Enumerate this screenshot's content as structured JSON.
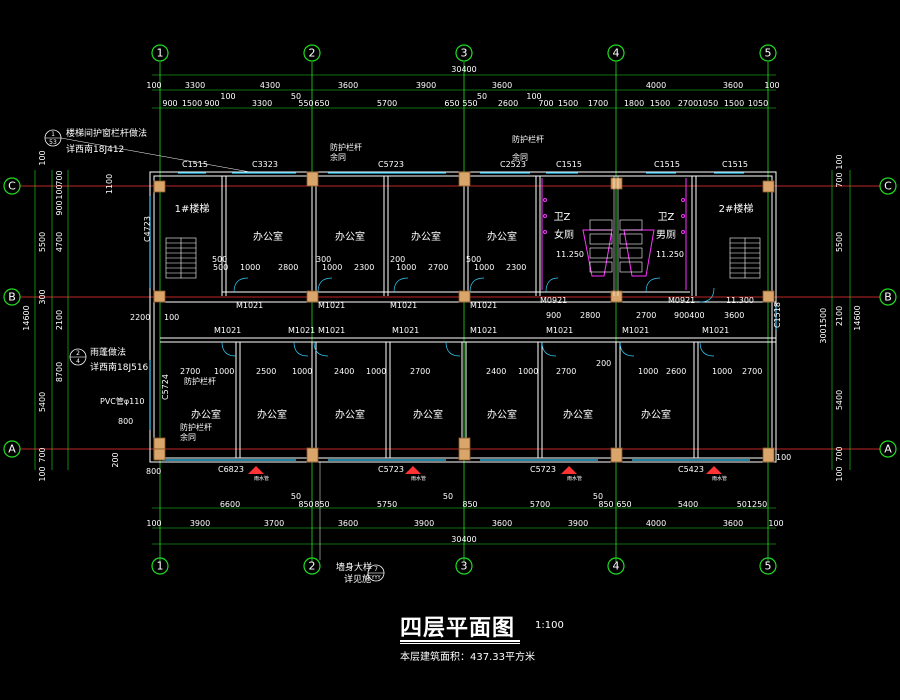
{
  "title": "四层平面图",
  "scale": "1:100",
  "area_note": "本层建筑面积：437.33平方米",
  "axes_h": [
    "1",
    "2",
    "3",
    "4",
    "5"
  ],
  "axes_v": [
    "C",
    "B",
    "A"
  ],
  "top_total": "30400",
  "bottom_total": "30400",
  "left_total": "14600",
  "right_total": "14600",
  "top_row1": [
    "100",
    "3300",
    "4300",
    "3600",
    "3900",
    "3600",
    "4000",
    "3600",
    "100"
  ],
  "top_row2": [
    "900",
    "1500",
    "900",
    "100",
    "3300",
    "50",
    "550",
    "650",
    "5700",
    "650",
    "550",
    "50",
    "2600",
    "100",
    "700",
    "1500",
    "1700",
    "1800",
    "1500",
    "2700",
    "1050",
    "1500",
    "1050"
  ],
  "bottom_row1": [
    "6600",
    "50",
    "850",
    "850",
    "5750",
    "50",
    "850",
    "5700",
    "50",
    "850",
    "650",
    "5400",
    "501250"
  ],
  "bottom_row2": [
    "100",
    "3900",
    "3700",
    "3600",
    "3900",
    "3600",
    "3900",
    "4000",
    "3600",
    "100"
  ],
  "left_dims_outer": [
    "100",
    "5500",
    "300",
    "14600",
    "8700",
    "5400",
    "700",
    "100"
  ],
  "left_dims_inner": [
    "700",
    "100",
    "900",
    "1100",
    "4700",
    "2100",
    "200"
  ],
  "right_dims": [
    "100",
    "700",
    "5500",
    "2100",
    "1500",
    "300",
    "5400",
    "700",
    "100"
  ],
  "rooms_top": [
    "办公室",
    "办公室",
    "办公室",
    "办公室"
  ],
  "rooms_bottom": [
    "办公室",
    "办公室",
    "办公室",
    "办公室",
    "办公室",
    "办公室",
    "办公室"
  ],
  "stair_1": "1#楼梯",
  "stair_2": "2#楼梯",
  "wc_female": [
    "卫Z",
    "女厕"
  ],
  "wc_male": [
    "卫Z",
    "男厕"
  ],
  "wc_level_female": "11.250",
  "wc_level_male": "11.250",
  "stair_level": "11.300",
  "windows_top": [
    "C1515",
    "C3323",
    "C5723",
    "C2523",
    "C1515",
    "C1515",
    "C1515"
  ],
  "windows_bottom": [
    "C6823",
    "C5723",
    "C5723",
    "C5423"
  ],
  "doors_upper": [
    "M1021",
    "M1021",
    "M1021",
    "M1021",
    "M0921",
    "M0921"
  ],
  "doors_lower": [
    "M1021",
    "M1021",
    "M1021",
    "M1021",
    "M1021",
    "M1021",
    "M1021",
    "M1021"
  ],
  "door_dims_upper": [
    "500",
    "1000",
    "2800",
    "300",
    "1000",
    "2300",
    "200",
    "1000",
    "2700",
    "500",
    "1000",
    "2300"
  ],
  "door_dims_mid": [
    "2200",
    "100",
    "900",
    "2800",
    "2700",
    "900400",
    "3600"
  ],
  "door_dims_lower": [
    "2700",
    "1000",
    "2500",
    "1000",
    "2400",
    "1000",
    "2700",
    "2400",
    "1000",
    "2700",
    "1000",
    "2600",
    "1000",
    "2700"
  ],
  "labels": {
    "guardrail": "防护栏杆",
    "guardrail2": "防护栏杆",
    "guardrail3": "防护栏杆",
    "guardrail4": "防护栏杆",
    "yu_1": "余同",
    "yu_2": "余同",
    "yu_3": "余同",
    "pvc": "PVC管φ110",
    "c4723": "C4723",
    "c5724": "C5724",
    "c1518": "C1518",
    "wall_label": "墙身大样",
    "wall_label2": "详见施",
    "stair_rail": "楼梯间护窗栏杆做法",
    "stair_rail_ref": "详西南18J412",
    "roof_drain": "雨蓬做法",
    "roof_drain_ref": "详西南18J516",
    "callout1_top": "1",
    "callout1_bot": "53",
    "callout2_top": "2",
    "callout2_bot": "4",
    "callout3_top": "7",
    "callout3_bot": "YYY",
    "m_1000": "M1021",
    "lower_800": "800",
    "lower_800b": "800",
    "left_100": "100",
    "num_200": "200",
    "num_500": "500",
    "rainpipe": "雨水管",
    "rainpipe2": "雨水管",
    "rainpipe3": "雨水管",
    "rainpipe4": "雨水管"
  },
  "colors": {
    "axis": "#22dd22",
    "wall": "#ffffff",
    "axis_line": "#ff3333",
    "column": "#d9a56b",
    "window": "#33ccff",
    "magenta": "#ff33ff",
    "yellow": "#ffff33"
  }
}
